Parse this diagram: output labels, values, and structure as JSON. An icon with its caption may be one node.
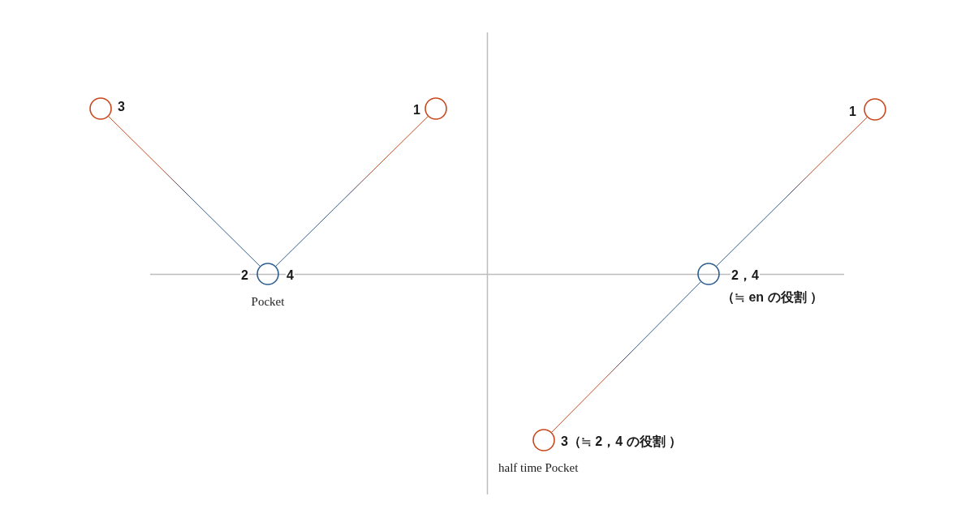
{
  "diagram": {
    "nodes": [
      {
        "text": [],
        "shape": "circle",
        "beside": [
          "3"
        ]
      },
      {
        "text": [],
        "shape": "circle",
        "beside": [
          "1"
        ]
      },
      {
        "text": [],
        "shape": "circle",
        "beside": [
          "2",
          "4",
          "Pocket"
        ]
      },
      {
        "text": [],
        "shape": "circle",
        "beside": [
          "1"
        ]
      },
      {
        "text": [],
        "shape": "circle",
        "beside": [
          "2，4",
          "（≒ en の役割 ）"
        ]
      },
      {
        "text": [],
        "shape": "circle",
        "beside": [
          "3（≒ 2，4 の役割 ）",
          "half time Pocket"
        ]
      }
    ],
    "edges": [
      {
        "from": 0,
        "to": 2,
        "arrow": "none"
      },
      {
        "from": 1,
        "to": 2,
        "arrow": "none"
      },
      {
        "from": 3,
        "to": 4,
        "arrow": "none"
      },
      {
        "from": 4,
        "to": 5,
        "arrow": "none"
      }
    ]
  }
}
